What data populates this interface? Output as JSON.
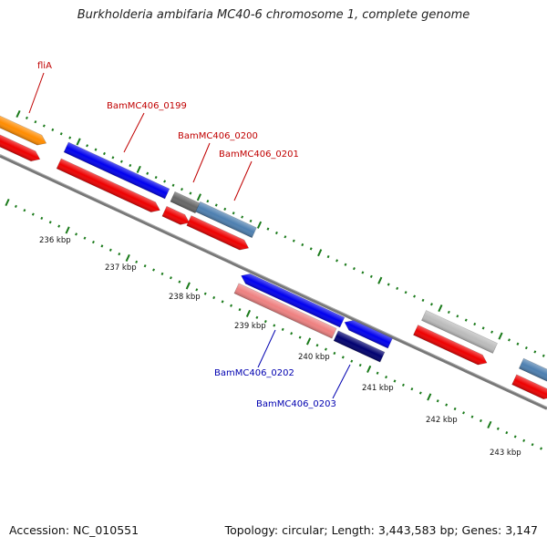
{
  "title": "Burkholderia ambifaria MC40-6 chromosome 1, complete genome",
  "footer": {
    "accession": "Accession: NC_010551",
    "topology": "Topology: circular; Length: 3,443,583 bp; Genes: 3,147"
  },
  "colors": {
    "backbone": "#777777",
    "tick": "#1a7a1a",
    "label_forward": "#c00000",
    "label_reverse": "#0000b0",
    "cds_red": "#ee0000",
    "gene_blue": "#0000ee",
    "gene_orange": "#ff8c00",
    "gene_gray": "#666666",
    "gene_steelblue": "#4d7fb0",
    "gene_pink": "#ee8080",
    "gene_navy": "#000070",
    "gene_lightgray": "#bbbbbb"
  },
  "scale_labels": [
    "236 kbp",
    "237 kbp",
    "238 kbp",
    "239 kbp",
    "240 kbp",
    "241 kbp",
    "242 kbp",
    "243 kbp"
  ],
  "gene_labels": [
    {
      "id": "fliA",
      "text": "fliA",
      "strand": "forward"
    },
    {
      "id": "BamMC406_0199",
      "text": "BamMC406_0199",
      "strand": "forward"
    },
    {
      "id": "BamMC406_0200",
      "text": "BamMC406_0200",
      "strand": "forward"
    },
    {
      "id": "BamMC406_0201",
      "text": "BamMC406_0201",
      "strand": "forward"
    },
    {
      "id": "BamMC406_0202",
      "text": "BamMC406_0202",
      "strand": "reverse"
    },
    {
      "id": "BamMC406_0203",
      "text": "BamMC406_0203",
      "strand": "reverse"
    }
  ]
}
